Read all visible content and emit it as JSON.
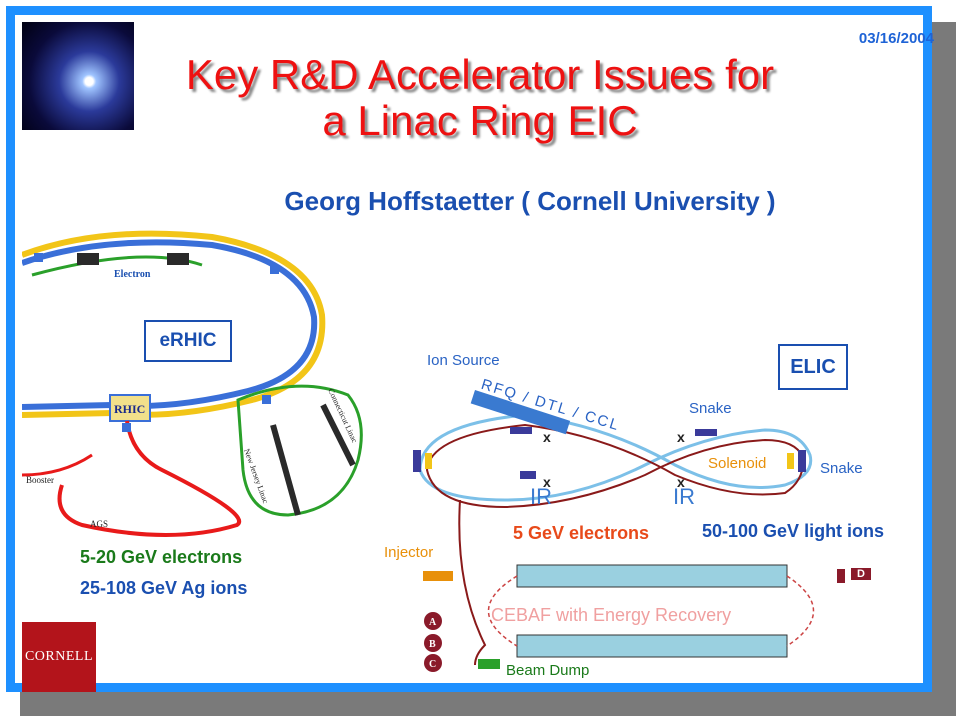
{
  "header": {
    "date": "03/16/2004",
    "title_line1": "Key R&D Accelerator Issues for",
    "title_line2": "a Linac Ring EIC",
    "author": "Georg Hoffstaetter ( Cornell University )"
  },
  "logo_text": "CORNELL",
  "erhic": {
    "label": "eRHIC",
    "electron_label": "Electron",
    "rhic_label": "RHIC",
    "ags_label": "AGS",
    "booster_label": "Booster",
    "linac1_label": "Connecticut Linac",
    "linac2_label": "New Jersey Linac",
    "line1": "5-20 GeV electrons",
    "line2": "25-108 GeV Ag ions"
  },
  "elic": {
    "label": "ELIC",
    "ion_source": "Ion Source",
    "rfq": "RFQ / DTL / CCL",
    "snake": "Snake",
    "solenoid": "Solenoid",
    "ir": "IR",
    "electrons": "5 GeV electrons",
    "ions": "50-100 GeV light ions",
    "injector": "Injector",
    "cebaf": "CEBAF with Energy Recovery",
    "beam_dump": "Beam Dump",
    "d_label": "D",
    "hall_a": "A",
    "hall_b": "B",
    "hall_c": "C"
  },
  "colors": {
    "frame": "#1e90ff",
    "title": "#ee1111",
    "author": "#1a4fb0",
    "ring_yellow": "#f2c518",
    "ring_blue": "#3a6fd8",
    "linac_green": "#2aa02a",
    "ion_ring": "#7cc0e8",
    "electron_ring": "#8a1a1a"
  }
}
